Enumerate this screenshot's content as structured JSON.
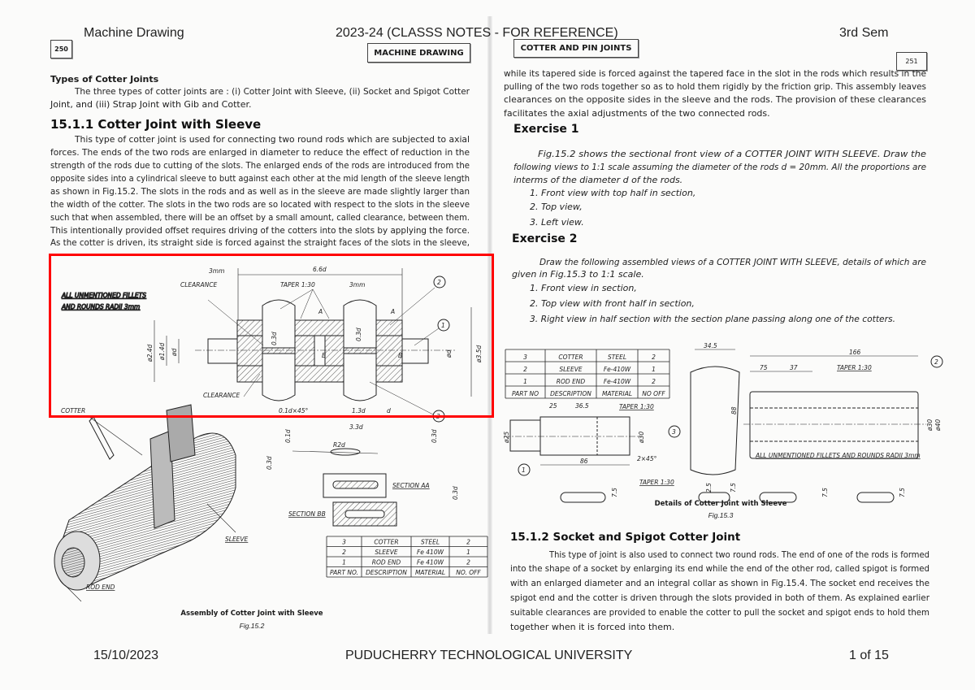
{
  "pdf_header": {
    "left": "Machine Drawing",
    "center": "2023-24 (CLASSS NOTES - FOR REFERENCE)",
    "right": "3rd Sem"
  },
  "pdf_footer": {
    "left": "15/10/2023",
    "center": "PUDUCHERRY TECHNOLOGICAL UNIVERSITY",
    "right": "1 of 15"
  },
  "accent_color": "#ff0000",
  "left_page": {
    "page_number": "250",
    "running_head": "MACHINE DRAWING",
    "types_heading": "Types of Cotter Joints",
    "types_para": [
      "The three types of cotter joints are : (i) Cotter Joint with Sleeve, (ii) Socket and Spigot Cotter",
      "Joint, and (iii) Strap Joint with Gib and Cotter."
    ],
    "section_heading": "15.1.1  Cotter Joint with Sleeve",
    "section_para": [
      "This type of cotter joint is used for connecting two round rods which are subjected to axial",
      "forces. The ends of the two rods are enlarged in diameter to reduce the effect of reduction in the",
      "strength of the rods due to cutting of the slots. The enlarged ends of the rods are introduced from the",
      "opposite sides into a cylindrical sleeve to butt against each other at the mid length of the sleeve length",
      "as shown in Fig.15.2. The slots in the rods and as well as in the sleeve are made slightly larger than",
      "the width of the cotter. The slots in the two rods are so located with respect to the slots in the sleeve",
      "such that when assembled, there will be an offset by a small amount, called clearance, between them.",
      "This intentionally provided offset requires driving of the cotters into the slots by applying the force.",
      "As the cotter is driven, its straight side is forced against the straight faces of the slots in the sleeve,"
    ],
    "figure": {
      "note": [
        "ALL UNMENTIONED FILLETS",
        "AND ROUNDS RADII 3mm"
      ],
      "labels": {
        "mm3_left": "3mm",
        "d66": "6.6d",
        "clearance_top": "CLEARANCE",
        "taper": "TAPER 1:30",
        "mm3_right": "3mm",
        "A": "A",
        "B": "B",
        "dia24": "ø2.4d",
        "dia14": "ø1.4d",
        "dia_d": "ød",
        "dia_d_right": "ød",
        "dia35": "ø3.5d",
        "t03": "0.3d",
        "clearance_bottom": "CLEARANCE",
        "chamfer": "0.1d×45°",
        "d13": "1.3d",
        "d": "d",
        "p1": "1",
        "p2": "2",
        "p3": "3",
        "cotter": "COTTER",
        "sleeve": "SLEEVE",
        "rod_end": "ROD END",
        "d33": "3.3d",
        "d01": "0.1d",
        "r2d": "R2d",
        "section_aa": "SECTION AA",
        "section_bb": "SECTION BB"
      },
      "parts_table": {
        "rows": [
          [
            "3",
            "COTTER",
            "STEEL",
            "2"
          ],
          [
            "2",
            "SLEEVE",
            "Fe 410W",
            "1"
          ],
          [
            "1",
            "ROD END",
            "Fe 410W",
            "2"
          ],
          [
            "PART NO.",
            "DESCRIPTION",
            "MATERIAL",
            "NO. OFF"
          ]
        ]
      },
      "caption": "Assembly of Cotter Joint with Sleeve",
      "fig_no": "Fig.15.2"
    }
  },
  "right_page": {
    "page_number": "251",
    "running_head": "COTTER AND PIN JOINTS",
    "cont_para": [
      "while its tapered side is forced against the tapered face in the slot in the rods which results in the",
      "pulling of the two rods together so as to hold them rigidly by the friction grip. This assembly leaves",
      "clearances on the opposite sides in the sleeve and the rods. The provision of these clearances",
      "facilitates the axial adjustments of the two connected rods."
    ],
    "exercise1": {
      "heading": "Exercise 1",
      "para": [
        "Fig.15.2 shows the sectional front view of a COTTER JOINT WITH SLEEVE. Draw the",
        "following views to 1:1 scale assuming the diameter of the rods d = 20mm. All the proportions are",
        "interms of the diameter d of the rods."
      ],
      "items": [
        "1. Front view with top half in section,",
        "2. Top view,",
        "3. Left view."
      ]
    },
    "exercise2": {
      "heading": "Exercise 2",
      "para": [
        "Draw the following assembled views of a COTTER JOINT WITH SLEEVE, details of which are",
        "given in Fig.15.3 to 1:1 scale."
      ],
      "items": [
        "1. Front view in section,",
        "2. Top view with front half in section,",
        "3. Right view in half section with the section plane passing along one of the cotters."
      ]
    },
    "figure": {
      "parts_table": {
        "rows": [
          [
            "3",
            "COTTER",
            "STEEL",
            "2"
          ],
          [
            "2",
            "SLEEVE",
            "Fe-410W",
            "1"
          ],
          [
            "1",
            "ROD END",
            "Fe-410W",
            "2"
          ],
          [
            "PART NO",
            "DESCRIPTION",
            "MATERIAL",
            "NO OFF"
          ]
        ]
      },
      "labels": {
        "r25": "25",
        "r365": "36.5",
        "r_taper": "TAPER 1:30",
        "r_dia25": "ø25",
        "r_dia30": "ø30",
        "r_chamfer": "2×45°",
        "r86": "86",
        "c345": "34.5",
        "c88": "88",
        "c_taper": "TAPER 1:30",
        "c25": "2.5",
        "c75": "7.5",
        "s166": "166",
        "s75": "75",
        "s37": "37",
        "s_taper": "TAPER 1:30",
        "s_dia30": "ø30",
        "s_dia40": "ø40",
        "s_note": "ALL UNMENTIONED FILLETS AND ROUNDS RADII 3mm",
        "slot75a": "7.5",
        "slot75b": "7.5",
        "slot75c": "7.5",
        "p1": "1",
        "p2": "2",
        "p3": "3"
      },
      "caption": "Details of Cotter Joint with Sleeve",
      "fig_no": "Fig.15.3"
    },
    "section2": {
      "heading": "15.1.2  Socket and Spigot Cotter Joint",
      "para": [
        "This type of joint is also used to connect two round rods. The end of one of the rods is formed",
        "into the shape of a socket by enlarging its end while the end of the other rod, called spigot is formed",
        "with an enlarged diameter and an integral collar as shown in Fig.15.4. The socket end receives the",
        "spigot end and the cotter is driven through the slots provided in both of them. As explained earlier",
        "suitable clearances are provided to enable the cotter to pull the socket and spigot ends to hold them",
        "together when it is forced into them."
      ]
    }
  }
}
